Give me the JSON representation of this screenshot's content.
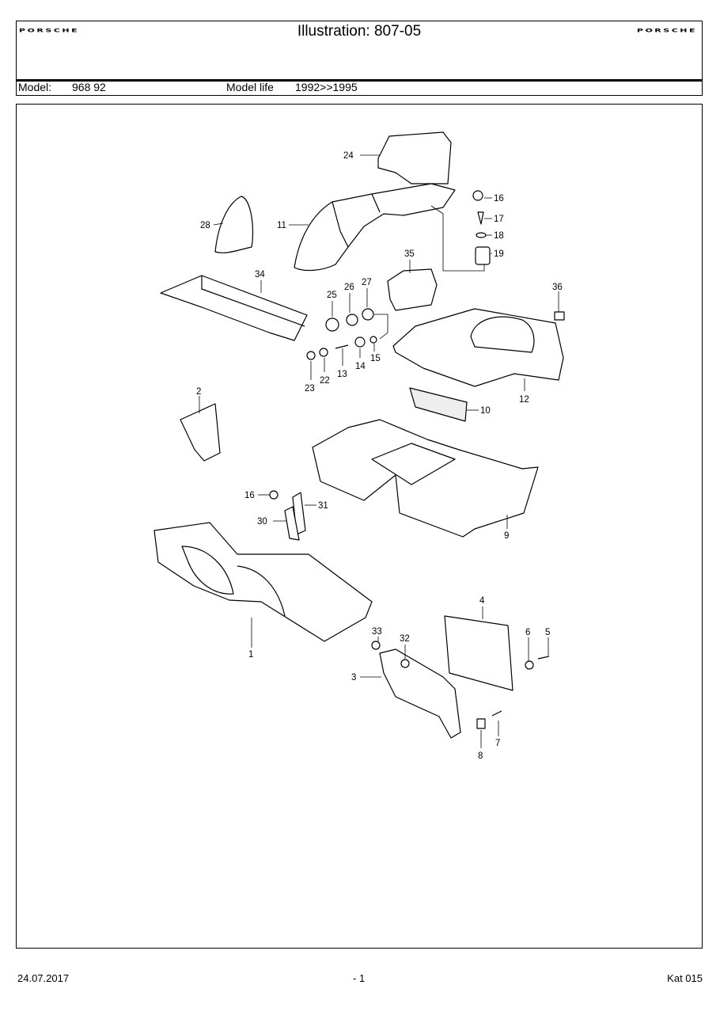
{
  "header": {
    "brand_left": "PORSCHE",
    "brand_right": "PORSCHE",
    "title": "Illustration: 807-05",
    "model_label": "Model:",
    "model_value": "968 92",
    "model_life_label": "Model life",
    "model_life_value": "1992>>1995"
  },
  "callouts": {
    "c1": "1",
    "c2": "2",
    "c3": "3",
    "c4": "4",
    "c5": "5",
    "c6": "6",
    "c7": "7",
    "c8": "8",
    "c9": "9",
    "c10": "10",
    "c11": "11",
    "c12": "12",
    "c13": "13",
    "c14": "14",
    "c15": "15",
    "c16a": "16",
    "c16b": "16",
    "c17": "17",
    "c18": "18",
    "c19": "19",
    "c22": "22",
    "c23": "23",
    "c24": "24",
    "c25": "25",
    "c26": "26",
    "c27": "27",
    "c28": "28",
    "c30": "30",
    "c31": "31",
    "c32": "32",
    "c33": "33",
    "c34": "34",
    "c35": "35",
    "c36": "36"
  },
  "footer": {
    "date": "24.07.2017",
    "page": "- 1",
    "catalog": "Kat 015"
  }
}
